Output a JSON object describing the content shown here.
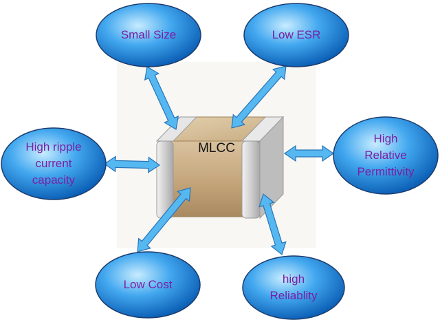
{
  "center": {
    "label": "MLCC"
  },
  "nodes": [
    {
      "id": "small-size",
      "label": "Small Size"
    },
    {
      "id": "low-esr",
      "label": "Low ESR"
    },
    {
      "id": "high-ripple",
      "label": "High ripple\ncurrent\ncapacity"
    },
    {
      "id": "high-permittivity",
      "label": "High\nRelative\nPermittivity"
    },
    {
      "id": "low-cost",
      "label": "Low Cost"
    },
    {
      "id": "high-reliability",
      "label": "high\nReliablity"
    }
  ],
  "colors": {
    "node_fill_light": "#bfe8ff",
    "node_fill_dark": "#0a6fc9",
    "node_stroke": "#1c3c6e",
    "arrow_fill": "#56b8f0",
    "arrow_stroke": "#2a74b8",
    "label_text": "#7a1fa2",
    "chip_body": "#c8ad85",
    "chip_terminal": "#d6d6d6"
  }
}
